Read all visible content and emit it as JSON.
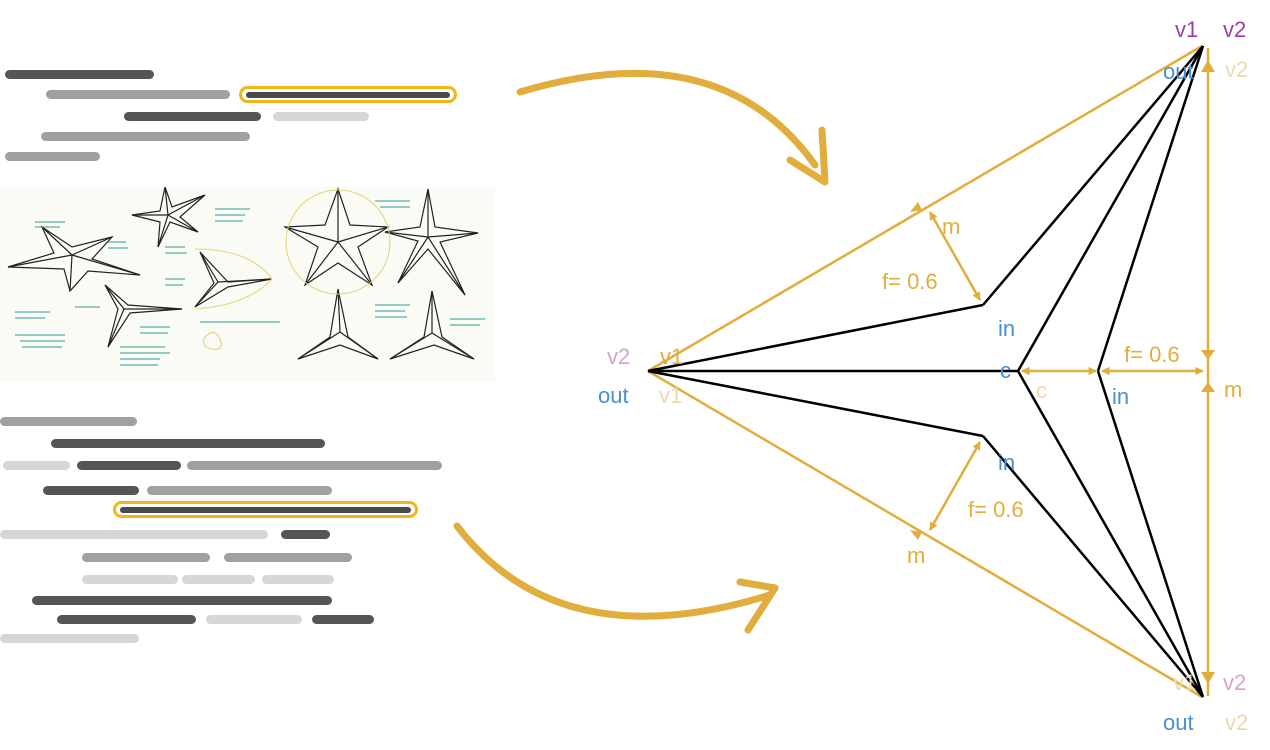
{
  "colors": {
    "accent": "#e1ad3c",
    "highlight": "#f2b51a",
    "dark_text_bar": "#555555",
    "mid_text_bar": "#a0a0a0",
    "light_text_bar": "#d6d6d6",
    "blue_label": "#4a8fd1",
    "purple_label": "#9b3fa8",
    "pink_label": "#d8a1cd",
    "faint_accent_label": "#ead9a9",
    "edge": "#000000"
  },
  "diagram": {
    "top_vertex": {
      "v1": "v1",
      "v2": "v2",
      "out": "out",
      "v2_faint": "v2"
    },
    "left_vertex": {
      "v2": "v2",
      "v1": "v1",
      "out": "out",
      "v1_faint": "v1"
    },
    "bottom_vertex": {
      "v1": "v1",
      "v2": "v2",
      "out": "out",
      "v2_faint": "v2"
    },
    "center_label": "c",
    "center_c_faint": "c",
    "midpoint_label": "m",
    "inner_label": "in",
    "factor_label": "f= 0.6"
  }
}
